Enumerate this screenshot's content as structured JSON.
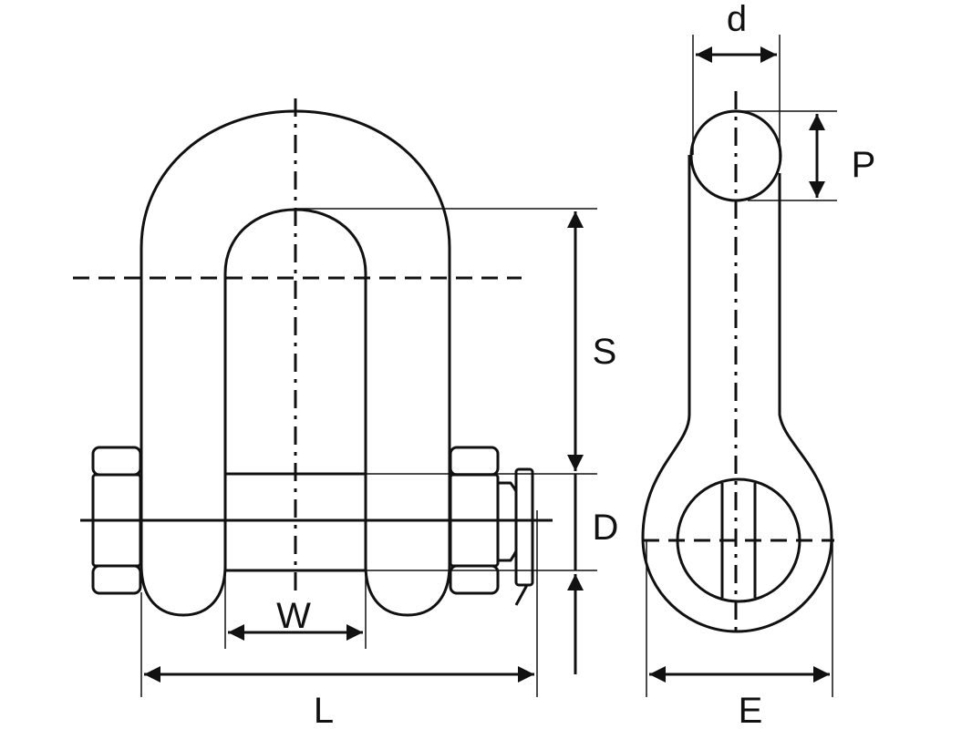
{
  "diagram": {
    "labels": {
      "d": "d",
      "P": "P",
      "S": "S",
      "D": "D",
      "W": "W",
      "L": "L",
      "E": "E"
    },
    "colors": {
      "stroke": "#111111",
      "background": "#ffffff"
    }
  }
}
